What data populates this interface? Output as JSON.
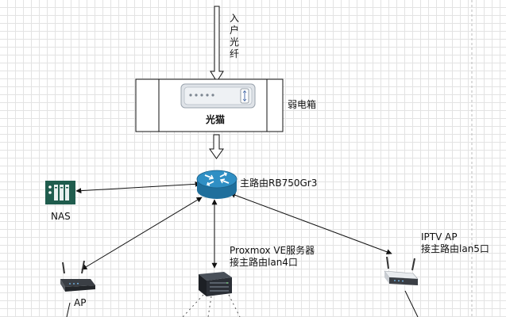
{
  "labels": {
    "fiber_chars": [
      "入",
      "户",
      "光",
      "纤"
    ],
    "cabinet": "弱电箱",
    "modem": "光猫",
    "router": "主路由RB750Gr3",
    "nas": "NAS",
    "server_line1": "Proxmox VE服务器",
    "server_line2": "接主路由lan4口",
    "iptv_line1": "IPTV AP",
    "iptv_line2": "接主路由lan5口",
    "ap_left": "AP"
  },
  "colors": {
    "router_blue": "#1f6f9c",
    "router_top": "#2f8fc4",
    "nas_green": "#1f5c4d",
    "server_dark": "#2b2f36",
    "line": "#111111",
    "modem_gray": "#dfe3e8"
  }
}
